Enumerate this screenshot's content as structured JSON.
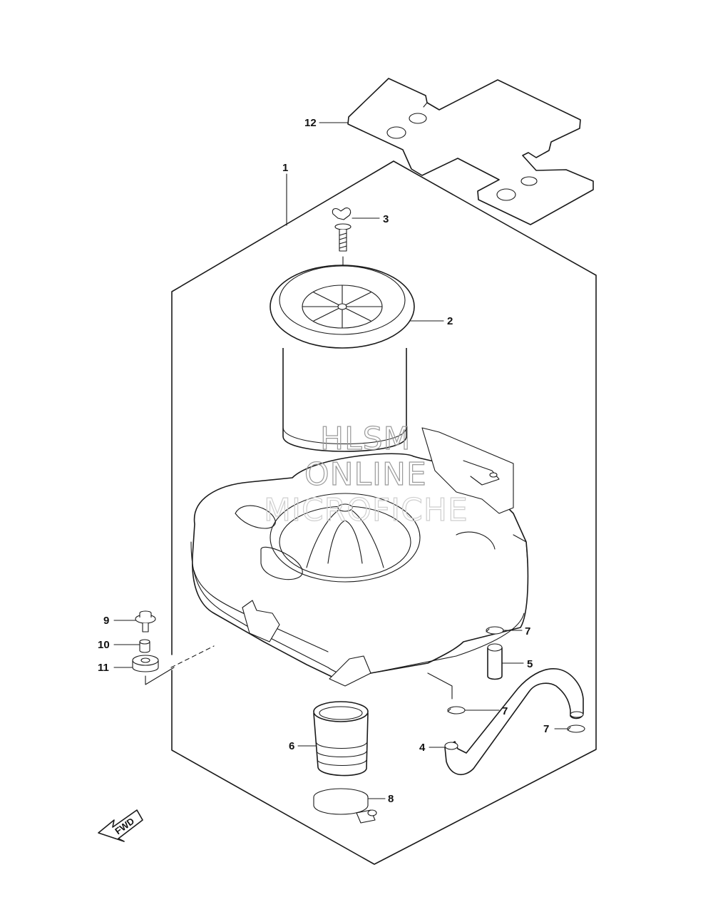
{
  "callouts": [
    {
      "id": "1",
      "label": "1"
    },
    {
      "id": "2",
      "label": "2"
    },
    {
      "id": "3",
      "label": "3"
    },
    {
      "id": "4",
      "label": "4"
    },
    {
      "id": "5",
      "label": "5"
    },
    {
      "id": "6",
      "label": "6"
    },
    {
      "id": "7a",
      "label": "7"
    },
    {
      "id": "7b",
      "label": "7"
    },
    {
      "id": "7c",
      "label": "7"
    },
    {
      "id": "8",
      "label": "8"
    },
    {
      "id": "9",
      "label": "9"
    },
    {
      "id": "10",
      "label": "10"
    },
    {
      "id": "11",
      "label": "11"
    },
    {
      "id": "12",
      "label": "12"
    }
  ],
  "watermark": {
    "line1": "HLSM",
    "line2": "ONLINE",
    "line3": "MICROFICHE"
  },
  "fwd_arrow": {
    "label": "FWD"
  }
}
